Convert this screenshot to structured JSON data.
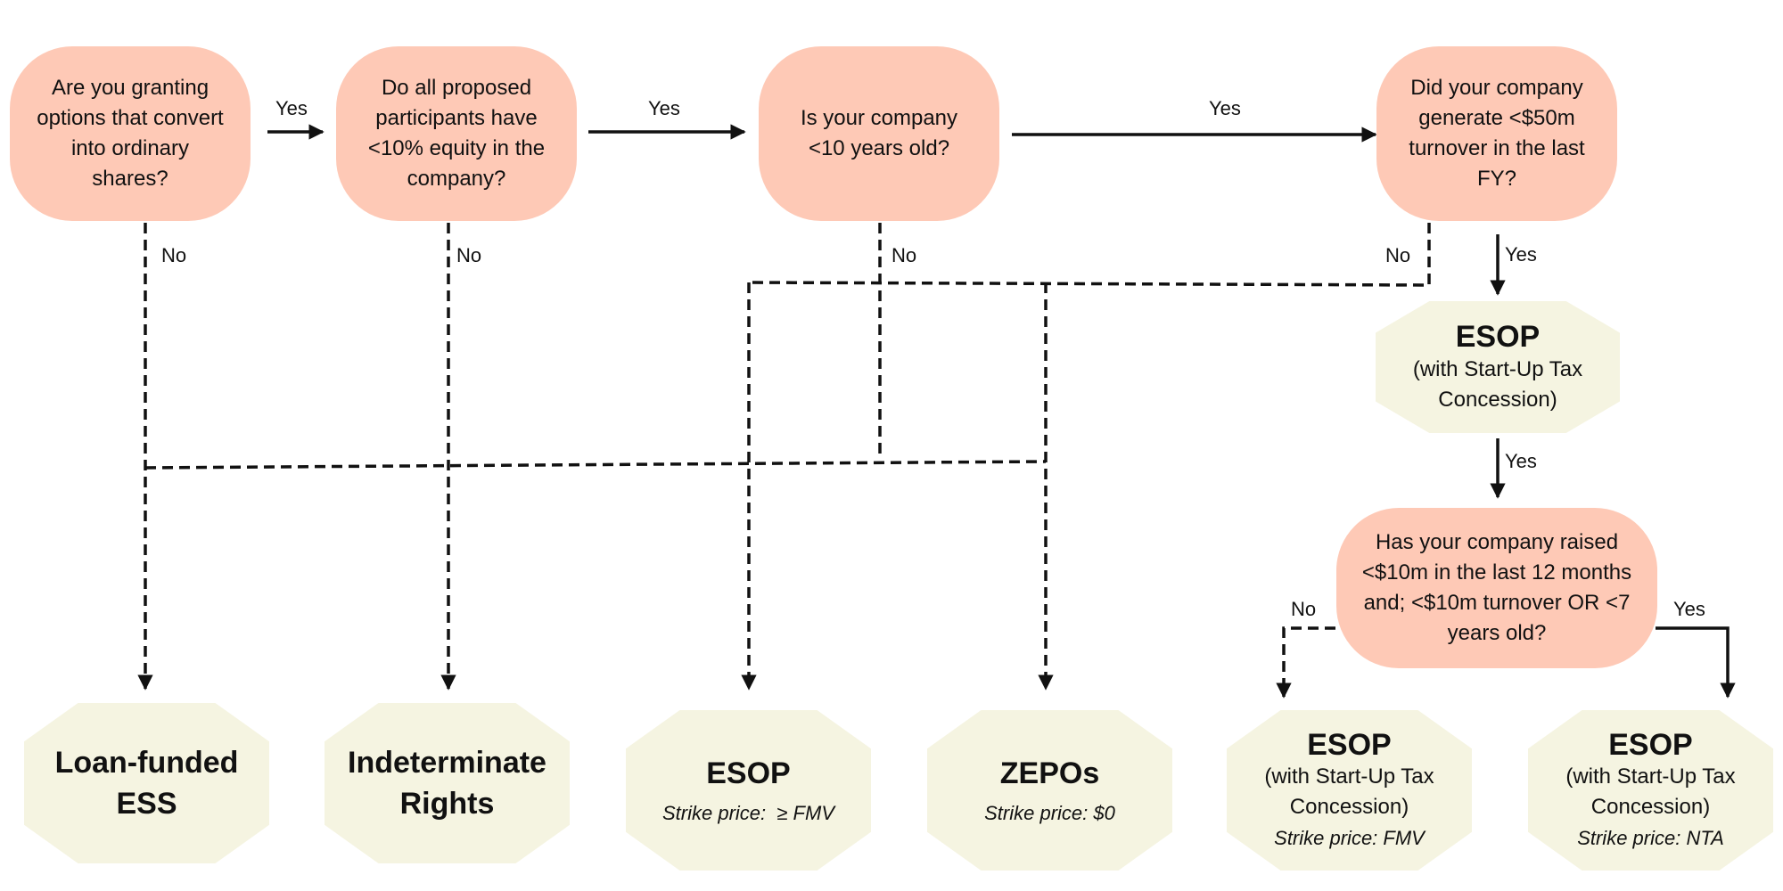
{
  "questions": {
    "q1": "Are you granting options that convert into ordinary shares?",
    "q2": "Do all proposed participants have <10% equity in the company?",
    "q3": "Is your company <10 years old?",
    "q4": "Did your company generate <$50m turnover in the last FY?",
    "q5": "Has your company raised <$10m in the last 12 months and; <$10m turnover OR <7 years old?"
  },
  "edge_labels": {
    "yes": "Yes",
    "no": "No"
  },
  "outcomes": {
    "esop_mid": {
      "title": "ESOP",
      "subtitle": "(with Start-Up Tax Concession)"
    },
    "loan": {
      "title": "Loan-funded ESS"
    },
    "indeterminate": {
      "title": "Indeterminate Rights"
    },
    "esop_fmv": {
      "title": "ESOP",
      "price": "Strike price:  ≥ FMV"
    },
    "zepos": {
      "title": "ZEPOs",
      "price": "Strike price: $0"
    },
    "esop_stc_fmv": {
      "title": "ESOP",
      "subtitle": "(with Start-Up Tax Concession)",
      "price": "Strike price: FMV"
    },
    "esop_stc_nta": {
      "title": "ESOP",
      "subtitle": "(with Start-Up Tax Concession)",
      "price": "Strike price: NTA"
    }
  },
  "colors": {
    "question_fill": "#fec9b6",
    "outcome_fill": "#f5f4e1",
    "line": "#111111"
  }
}
